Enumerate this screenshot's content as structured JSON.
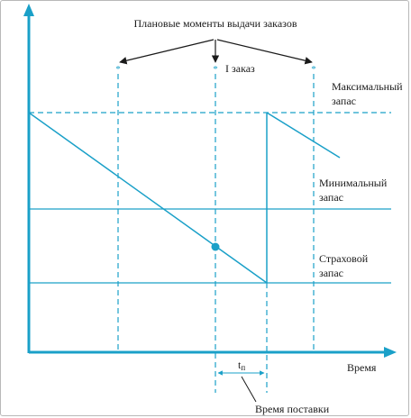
{
  "colors": {
    "accent": "#1aa0c8",
    "text": "#1a1a1a"
  },
  "labels": {
    "planned_moments": "Плановые моменты выдачи заказов",
    "first_order": "I заказ",
    "max_stock_line1": "Максимальный",
    "max_stock_line2": "запас",
    "min_stock_line1": "Минимальный",
    "min_stock_line2": "запас",
    "safety_stock_line1": "Страховой",
    "safety_stock_line2": "запас",
    "time_axis": "Время",
    "lead_time_symbol": "t",
    "lead_time_subscript": "п",
    "delivery_time": "Время поставки",
    "order_marker": "*"
  }
}
